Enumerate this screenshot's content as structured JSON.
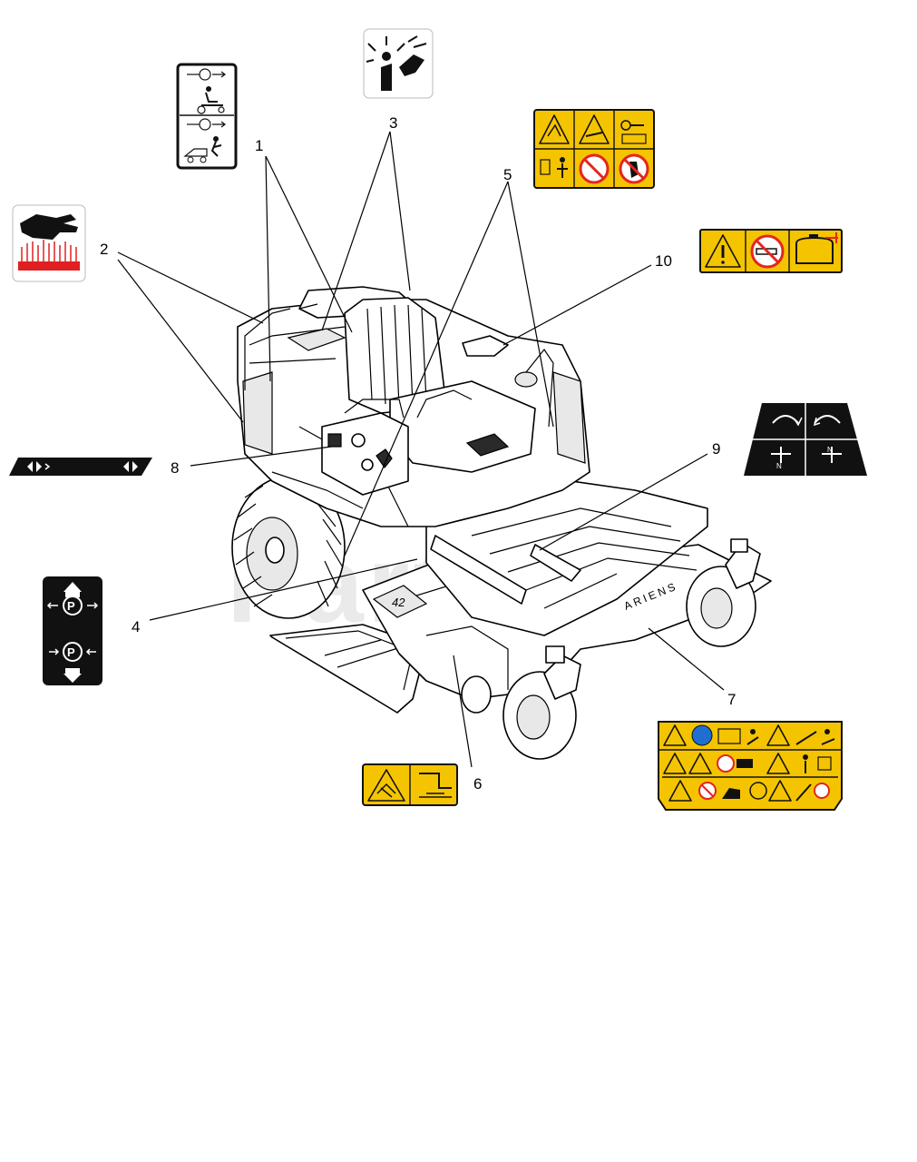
{
  "callouts": [
    {
      "id": "1",
      "label": "1"
    },
    {
      "id": "2",
      "label": "2"
    },
    {
      "id": "3",
      "label": "3"
    },
    {
      "id": "4",
      "label": "4"
    },
    {
      "id": "5",
      "label": "5"
    },
    {
      "id": "6",
      "label": "6"
    },
    {
      "id": "7",
      "label": "7"
    },
    {
      "id": "8",
      "label": "8"
    },
    {
      "id": "9",
      "label": "9"
    },
    {
      "id": "10",
      "label": "10"
    }
  ],
  "mower": {
    "deck_label": "42",
    "brand_text": "ARIENS"
  },
  "watermark": "PartsTree",
  "icons": {
    "decal_1": "mower-dismount-reverse-decal-icon",
    "decal_2": "hot-surface-hand-burn-decal-icon",
    "decal_3": "compressed-spring-hazard-decal-icon",
    "decal_4": "parking-brake-decal-icon",
    "decal_5": "warning-multi-panel-decal-icon",
    "decal_6": "blade-hazard-decal-icon",
    "decal_7": "safety-instructions-decal-icon",
    "decal_8": "steering-direction-decal-icon",
    "decal_9": "motion-control-neutral-decal-icon",
    "decal_10": "fuel-no-smoking-decal-icon"
  },
  "colors": {
    "warning_yellow": "#f5c400",
    "prohibition_red": "#e3261e",
    "burn_red": "#e02020",
    "decal_black": "#111111"
  }
}
